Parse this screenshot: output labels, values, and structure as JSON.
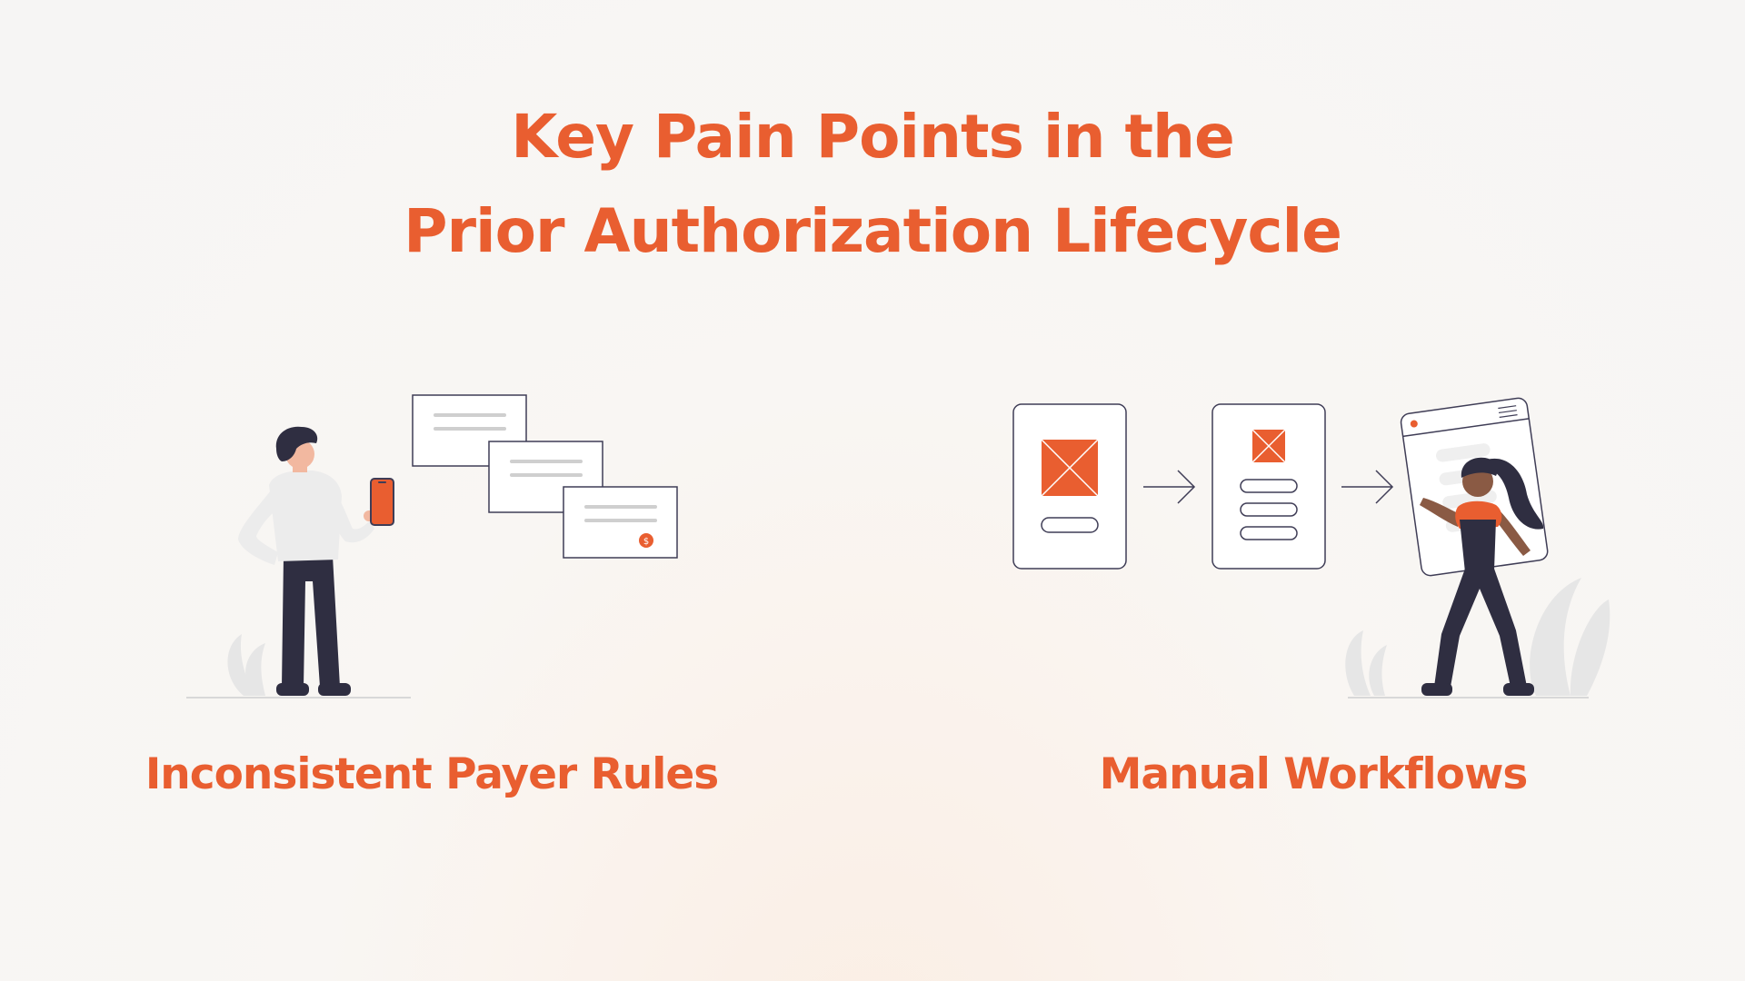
{
  "title": {
    "line1": "Key Pain Points in the",
    "line2": "Prior Authorization Lifecycle"
  },
  "pain_points": [
    {
      "label": "Inconsistent Payer Rules",
      "illustration": "person-with-phone-and-payer-cards"
    },
    {
      "label": "Manual Workflows",
      "illustration": "woman-with-workflow-screens"
    }
  ],
  "card_symbol": "$",
  "colors": {
    "accent": "#e95e30",
    "outline": "#3f3d56",
    "background": "#f7f5f3",
    "shirt": "#ececec",
    "trousers": "#2f2e41",
    "skin": "#f2b8a0",
    "plant": "#e6e6e6"
  },
  "icons": [
    "image-placeholder-icon",
    "arrow-right-icon",
    "dollar-icon"
  ]
}
